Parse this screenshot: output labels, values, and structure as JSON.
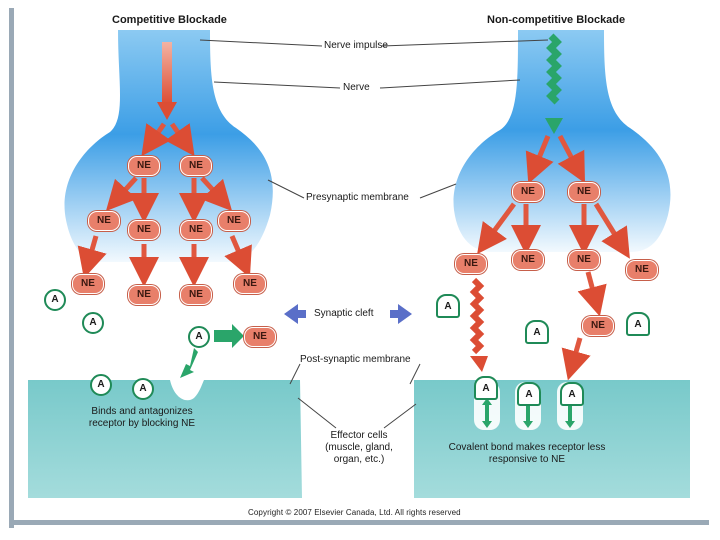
{
  "titles": {
    "competitive": "Competitive Blockade",
    "non_competitive": "Non-competitive Blockade"
  },
  "labels": {
    "nerve_impulse": "Nerve impulse",
    "nerve": "Nerve",
    "presynaptic_membrane": "Presynaptic membrane",
    "synaptic_cleft": "Synaptic cleft",
    "post_synaptic_membrane": "Post-synaptic membrane",
    "effector_cells": "Effector cells (muscle, gland, organ, etc.)",
    "binds_antagonizes": "Binds and antagonizes receptor by blocking NE",
    "covalent_bond": "Covalent bond makes receptor less responsive to NE"
  },
  "molecules": {
    "ne": "NE",
    "a": "A"
  },
  "copyright": "Copyright © 2007 Elsevier Canada, Ltd. All rights reserved",
  "colors": {
    "nerve_blue": "#4aa3e6",
    "nerve_light": "#e4f2fc",
    "cell_teal": "#6cc3c4",
    "ne_fill": "#e87f6a",
    "antagonist_green": "#1f8a57",
    "arrow_red": "#e0573f",
    "impulse_green": "#2aa56a"
  }
}
